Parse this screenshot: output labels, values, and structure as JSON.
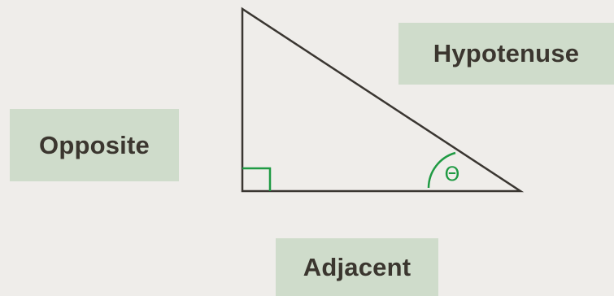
{
  "labels": {
    "hypotenuse": "Hypotenuse",
    "opposite": "Opposite",
    "adjacent": "Adjacent"
  },
  "angle_symbol": "Θ",
  "colors": {
    "background": "#efedea",
    "label_fill": "#cfdccb",
    "label_text": "#3b362f",
    "triangle_stroke": "#3a3631",
    "angle_marker": "#1f9a43"
  }
}
